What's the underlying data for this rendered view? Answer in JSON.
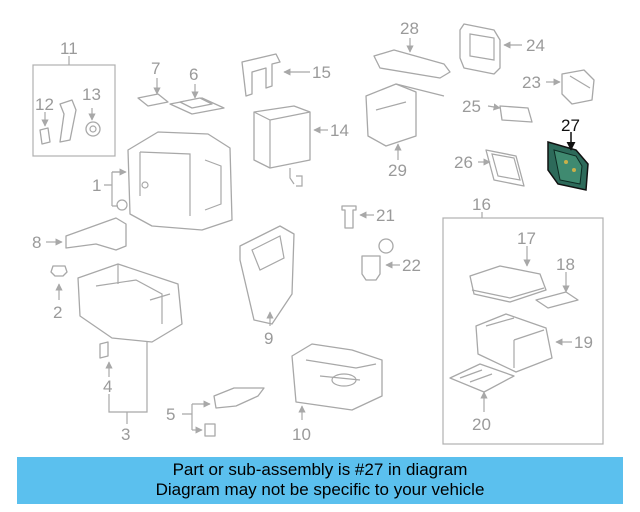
{
  "diagram": {
    "callouts": [
      "1",
      "2",
      "3",
      "4",
      "5",
      "6",
      "7",
      "8",
      "9",
      "10",
      "11",
      "12",
      "13",
      "14",
      "15",
      "16",
      "17",
      "18",
      "19",
      "20",
      "21",
      "22",
      "23",
      "24",
      "25",
      "26",
      "27",
      "28",
      "29"
    ],
    "highlight": "27",
    "colors": {
      "lines": "#a8a8a8",
      "highlight_part": "#2d6a5a",
      "banner_bg": "#5bc0ee"
    }
  },
  "banner": {
    "line1": "Part or sub-assembly is #27 in diagram",
    "line2": "Diagram may not be specific to your vehicle"
  }
}
